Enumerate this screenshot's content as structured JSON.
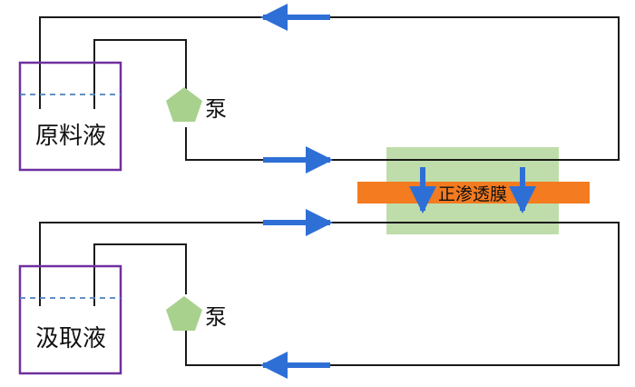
{
  "labels": {
    "feed_tank": "原料液",
    "draw_tank": "汲取液",
    "pump_top": "泵",
    "pump_bottom": "泵",
    "membrane": "正渗透膜"
  },
  "colors": {
    "line": "#1a1a1a",
    "tank_border": "#7030a0",
    "liquid_level": "#4f81bd",
    "flow_arrow": "#2e6fd6",
    "pump_fill": "#a9d18e",
    "membrane_box": "#a9d18e",
    "membrane_bar": "#f47b20"
  }
}
